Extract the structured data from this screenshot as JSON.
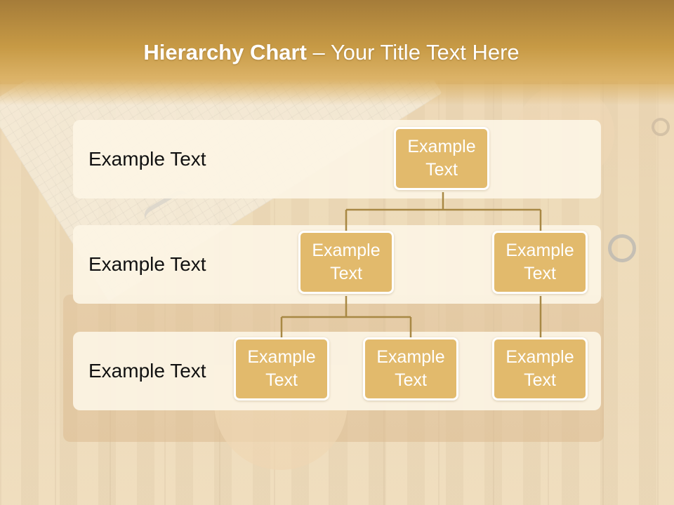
{
  "header": {
    "title_bold": "Hierarchy Chart",
    "title_rest": " – Your Title Text Here"
  },
  "rows": [
    {
      "label": "Example Text"
    },
    {
      "label": "Example Text"
    },
    {
      "label": "Example Text"
    }
  ],
  "nodes": {
    "root": {
      "line1": "Example",
      "line2": "Text"
    },
    "level2_left": {
      "line1": "Example",
      "line2": "Text"
    },
    "level2_right": {
      "line1": "Example",
      "line2": "Text"
    },
    "level3_a": {
      "line1": "Example",
      "line2": "Text"
    },
    "level3_b": {
      "line1": "Example",
      "line2": "Text"
    },
    "level3_c": {
      "line1": "Example",
      "line2": "Text"
    }
  },
  "colors": {
    "header": "#c79a45",
    "node_fill": "#e2ba6c",
    "connector": "#a88844",
    "band": "#fcf4e4"
  }
}
